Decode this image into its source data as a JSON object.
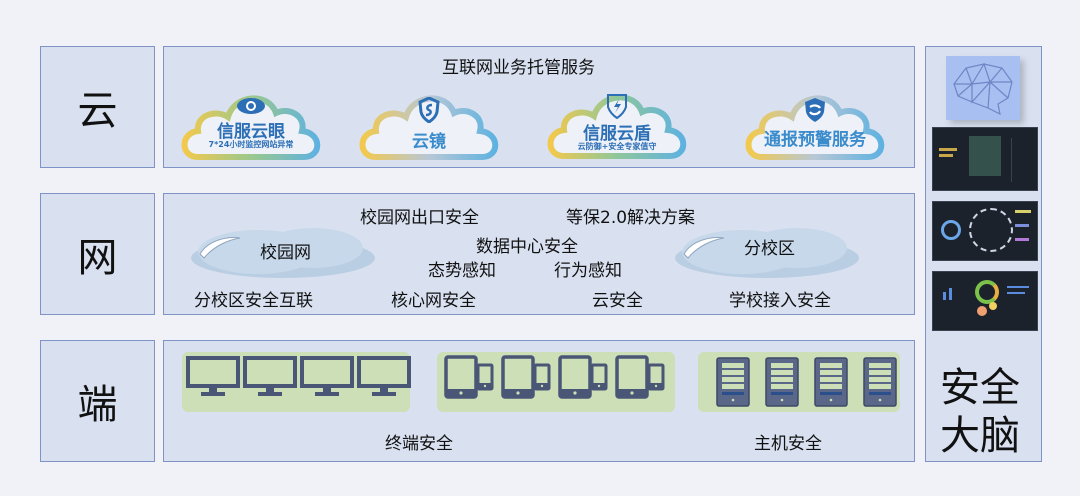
{
  "layers": {
    "cloud_label": "云",
    "network_label": "网",
    "endpoint_label": "端"
  },
  "cloud_layer": {
    "title": "互联网业务托管服务",
    "services": [
      {
        "name": "信服云眼",
        "subtitle": "7*24小时监控网站异常",
        "icon": "eye-icon"
      },
      {
        "name": "云镜",
        "subtitle": "",
        "icon": "shield-s-icon"
      },
      {
        "name": "信服云盾",
        "subtitle": "云防御+安全专家值守",
        "icon": "shield-bolt-icon"
      },
      {
        "name": "通报预警服务",
        "subtitle": "",
        "icon": "shield-badge-icon"
      }
    ]
  },
  "network_layer": {
    "campus_cloud": "校园网",
    "branch_cloud": "分校区",
    "items": {
      "campus_exit": "校园网出口安全",
      "mlps": "等保2.0解决方案",
      "datacenter": "数据中心安全",
      "situation": "态势感知",
      "behavior": "行为感知",
      "branch_interconnect": "分校区安全互联",
      "core_network": "核心网安全",
      "cloud_security": "云安全",
      "school_access": "学校接入安全"
    }
  },
  "endpoint_layer": {
    "terminal_label": "终端安全",
    "host_label": "主机安全",
    "monitor_count": 4,
    "tablet_count": 4,
    "server_count": 4
  },
  "brain": {
    "label_line1": "安全",
    "label_line2": "大脑"
  },
  "colors": {
    "box_fill": "#d9e1f1",
    "box_border": "#7f93c6",
    "service_blue": "#2d6fb6",
    "device_panel": "#cddfb6",
    "device_icon": "#4a5675"
  }
}
